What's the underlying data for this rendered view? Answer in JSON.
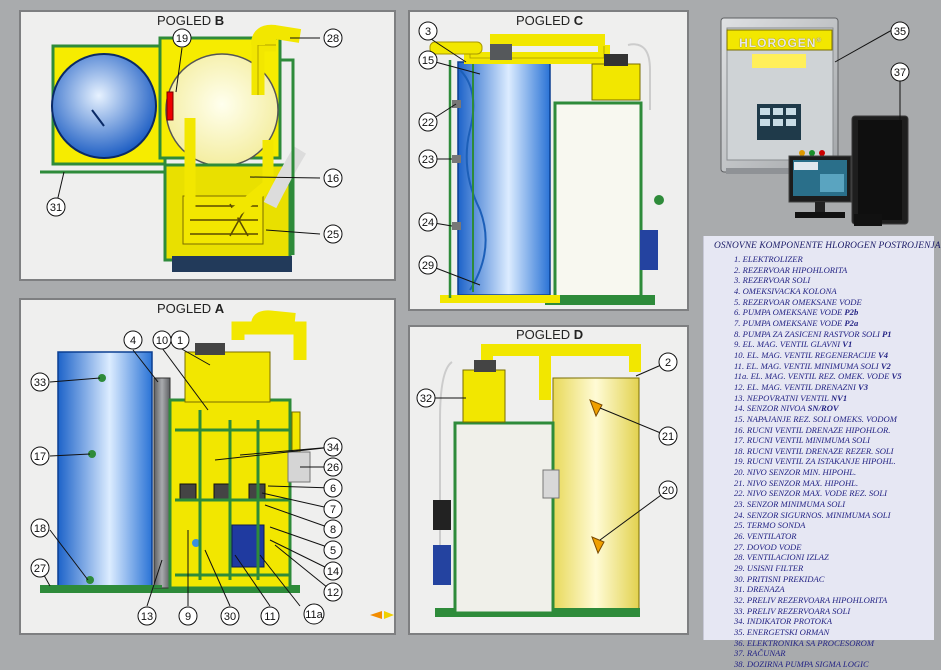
{
  "views": {
    "b": {
      "prefix": "POGLED ",
      "letter": "B"
    },
    "c": {
      "prefix": "POGLED ",
      "letter": "C"
    },
    "a": {
      "prefix": "POGLED ",
      "letter": "A"
    },
    "d": {
      "prefix": "POGLED ",
      "letter": "D"
    }
  },
  "cabinet": {
    "brand": "HLOROGEN",
    "brand_mark": "®"
  },
  "callouts": {
    "b": [
      "19",
      "28",
      "16",
      "31",
      "25"
    ],
    "c": [
      "3",
      "15",
      "22",
      "23",
      "24",
      "29"
    ],
    "a": [
      "4",
      "10",
      "1",
      "33",
      "17",
      "18",
      "27",
      "13",
      "9",
      "30",
      "11",
      "11a",
      "12",
      "14",
      "5",
      "8",
      "7",
      "6",
      "26",
      "34"
    ],
    "d": [
      "2",
      "32",
      "21",
      "20"
    ],
    "top_right": [
      "35",
      "37"
    ]
  },
  "legend": {
    "title": "OSNOVNE KOMPONENTE HLOROGEN POSTROJENJA",
    "items": [
      {
        "num": "1.",
        "text": "ELEKTROLIZER",
        "code": ""
      },
      {
        "num": "2.",
        "text": "REZERVOAR HIPOHLORITA",
        "code": ""
      },
      {
        "num": "3.",
        "text": "REZERVOAR SOLI",
        "code": ""
      },
      {
        "num": "4.",
        "text": "OMEKSIVACKA KOLONA",
        "code": ""
      },
      {
        "num": "5.",
        "text": "REZERVOAR OMEKSANE VODE",
        "code": ""
      },
      {
        "num": "6.",
        "text": "PUMPA OMEKSANE VODE ",
        "code": "P2b"
      },
      {
        "num": "7.",
        "text": "PUMPA OMEKSANE VODE ",
        "code": "P2a"
      },
      {
        "num": "8.",
        "text": "PUMPA ZA ZASICENI RASTVOR SOLI ",
        "code": "P1"
      },
      {
        "num": "9.",
        "text": "EL. MAG. VENTIL GLAVNI ",
        "code": "V1"
      },
      {
        "num": "10.",
        "text": "EL. MAG. VENTIL REGENERACIJE ",
        "code": "V4"
      },
      {
        "num": "11.",
        "text": "EL. MAG. VENTIL MINIMUMA SOLI ",
        "code": "V2"
      },
      {
        "num": "11a.",
        "text": "EL. MAG. VENTIL REZ. OMEK. VODE ",
        "code": "V5"
      },
      {
        "num": "12.",
        "text": "EL. MAG. VENTIL DRENAZNI ",
        "code": "V3"
      },
      {
        "num": "13.",
        "text": "NEPOVRATNI VENTIL ",
        "code": "NV1"
      },
      {
        "num": "14.",
        "text": "SENZOR NIVOA ",
        "code": "SN/ROV"
      },
      {
        "num": "15.",
        "text": "NAPAJANJE REZ. SOLI OMEKS. VODOM",
        "code": ""
      },
      {
        "num": "16.",
        "text": "RUCNI VENTIL DRENAZE HIPOHLOR.",
        "code": ""
      },
      {
        "num": "17.",
        "text": "RUCNI VENTIL MINIMUMA SOLI",
        "code": ""
      },
      {
        "num": "18.",
        "text": "RUCNI VENTIL DRENAZE REZER. SOLI",
        "code": ""
      },
      {
        "num": "19.",
        "text": "RUCNI VENTIL ZA ISTAKANJE HIPOHL.",
        "code": ""
      },
      {
        "num": "20.",
        "text": "NIVO SENZOR MIN. HIPOHL.",
        "code": ""
      },
      {
        "num": "21.",
        "text": "NIVO SENZOR MAX. HIPOHL.",
        "code": ""
      },
      {
        "num": "22.",
        "text": "NIVO SENZOR MAX. VODE REZ. SOLI",
        "code": ""
      },
      {
        "num": "23.",
        "text": "SENZOR MINIMUMA SOLI",
        "code": ""
      },
      {
        "num": "24.",
        "text": "SENZOR SIGURNOS. MINIMUMA SOLI",
        "code": ""
      },
      {
        "num": "25.",
        "text": "TERMO SONDA",
        "code": ""
      },
      {
        "num": "26.",
        "text": "VENTILATOR",
        "code": ""
      },
      {
        "num": "27.",
        "text": "DOVOD VODE",
        "code": ""
      },
      {
        "num": "28.",
        "text": "VENTILACIONI IZLAZ",
        "code": ""
      },
      {
        "num": "29.",
        "text": "USISNI FILTER",
        "code": ""
      },
      {
        "num": "30.",
        "text": "PRITISNI PREKIDAC",
        "code": ""
      },
      {
        "num": "31.",
        "text": "DRENAZA",
        "code": ""
      },
      {
        "num": "32.",
        "text": "PRELIV REZERVOARA HIPOHLORITA",
        "code": ""
      },
      {
        "num": "33.",
        "text": "PRELIV REZERVOARA SOLI",
        "code": ""
      },
      {
        "num": "34.",
        "text": "INDIKATOR PROTOKA",
        "code": ""
      },
      {
        "num": "35.",
        "text": "ENERGETSKI ORMAN",
        "code": ""
      },
      {
        "num": "36.",
        "text": "ELEKTRONIKA SA PROCESOROM",
        "code": ""
      },
      {
        "num": "37.",
        "text": "RAČUNAR",
        "code": ""
      },
      {
        "num": "38.",
        "text": "DOZIRNA PUMPA SIGMA LOGIC",
        "code": ""
      }
    ]
  },
  "colors": {
    "pipe": "#f2e700",
    "frame": "#2e8b3a",
    "water": "#3a8fe0",
    "panel": "#efefee"
  }
}
